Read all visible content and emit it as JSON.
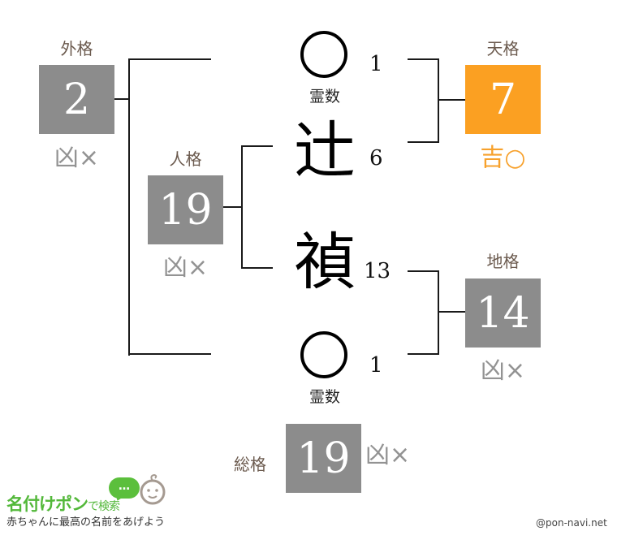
{
  "gaikaku": {
    "label": "外格",
    "value": "2",
    "verdict": "凶×",
    "status": "bad"
  },
  "jinkaku": {
    "label": "人格",
    "value": "19",
    "verdict": "凶×",
    "status": "bad"
  },
  "tenkaku": {
    "label": "天格",
    "value": "7",
    "verdict": "吉○",
    "status": "good"
  },
  "chikaku": {
    "label": "地格",
    "value": "14",
    "verdict": "凶×",
    "status": "bad"
  },
  "soukaku": {
    "label": "総格",
    "value": "19",
    "verdict": "凶×",
    "status": "bad"
  },
  "name_column": [
    {
      "type": "reisu",
      "glyph": "circle-icon",
      "caption": "霊数",
      "strokes": "1"
    },
    {
      "type": "char",
      "char": "辻",
      "strokes": "6"
    },
    {
      "type": "char",
      "char": "禎",
      "strokes": "13"
    },
    {
      "type": "reisu",
      "glyph": "circle-icon",
      "caption": "霊数",
      "strokes": "1"
    }
  ],
  "colors": {
    "good": "#fba022",
    "bad_box": "#8c8c8c",
    "bad_text": "#939393",
    "label": "#6b5a4e",
    "brand_green": "#53b83a"
  },
  "footer": {
    "logo_title": "名付けポン",
    "logo_suffix": "で検索",
    "bubble_dots": "…",
    "tagline": "赤ちゃんに最高の名前をあげよう",
    "credit": "@pon-navi.net"
  }
}
